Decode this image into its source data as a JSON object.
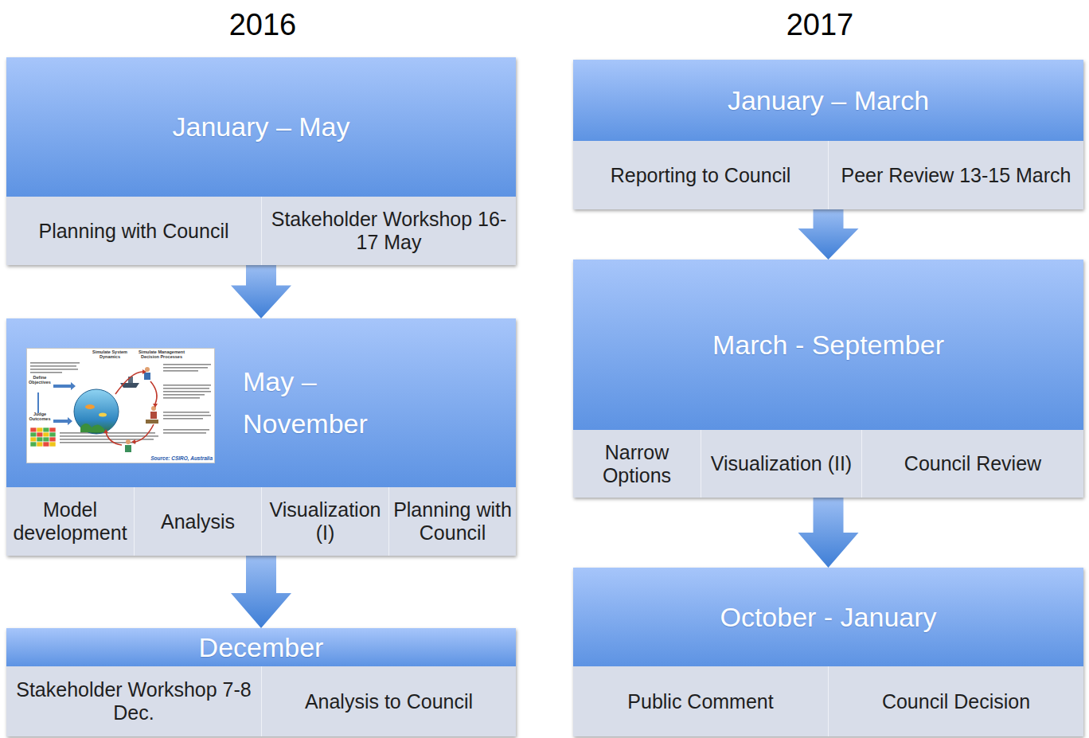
{
  "diagram": {
    "nodes": [
      {
        "text": [
          "January – May"
        ]
      },
      {
        "text": [
          "Planning with Council"
        ],
        "in": 0
      },
      {
        "text": [
          "Stakeholder Workshop 16-17 May"
        ],
        "in": 0
      },
      {
        "text": [
          "May – November"
        ]
      },
      {
        "text": [
          "Model development"
        ],
        "in": 3
      },
      {
        "text": [
          "Analysis"
        ],
        "in": 3
      },
      {
        "text": [
          "Visualization (I)"
        ],
        "in": 3
      },
      {
        "text": [
          "Planning with Council"
        ],
        "in": 3
      },
      {
        "text": [
          "December"
        ]
      },
      {
        "text": [
          "Stakeholder Workshop 7-8 Dec."
        ],
        "in": 8
      },
      {
        "text": [
          "Analysis to Council"
        ],
        "in": 8
      },
      {
        "text": [
          "January – March"
        ]
      },
      {
        "text": [
          "Reporting to Council"
        ],
        "in": 11
      },
      {
        "text": [
          "Peer Review 13-15 March"
        ],
        "in": 11
      },
      {
        "text": [
          "March - September"
        ]
      },
      {
        "text": [
          "Narrow Options"
        ],
        "in": 14
      },
      {
        "text": [
          "Visualization (II)"
        ],
        "in": 14
      },
      {
        "text": [
          "Council Review"
        ],
        "in": 14
      },
      {
        "text": [
          "October - January"
        ]
      },
      {
        "text": [
          "Public Comment"
        ],
        "in": 18
      },
      {
        "text": [
          "Council Decision"
        ],
        "in": 18
      }
    ],
    "edges": [
      {
        "from": 0,
        "to": 3,
        "arrow": "to"
      },
      {
        "from": 3,
        "to": 8,
        "arrow": "to"
      },
      {
        "from": 11,
        "to": 14,
        "arrow": "to"
      },
      {
        "from": 14,
        "to": 18,
        "arrow": "to"
      }
    ],
    "labels": [
      "2016",
      "2017",
      "Simulate System Dynamics",
      "Simulate Management Decision Processes",
      "Define Objectives",
      "Judge Outcomes",
      "Source: CSIRO, Australia"
    ]
  }
}
